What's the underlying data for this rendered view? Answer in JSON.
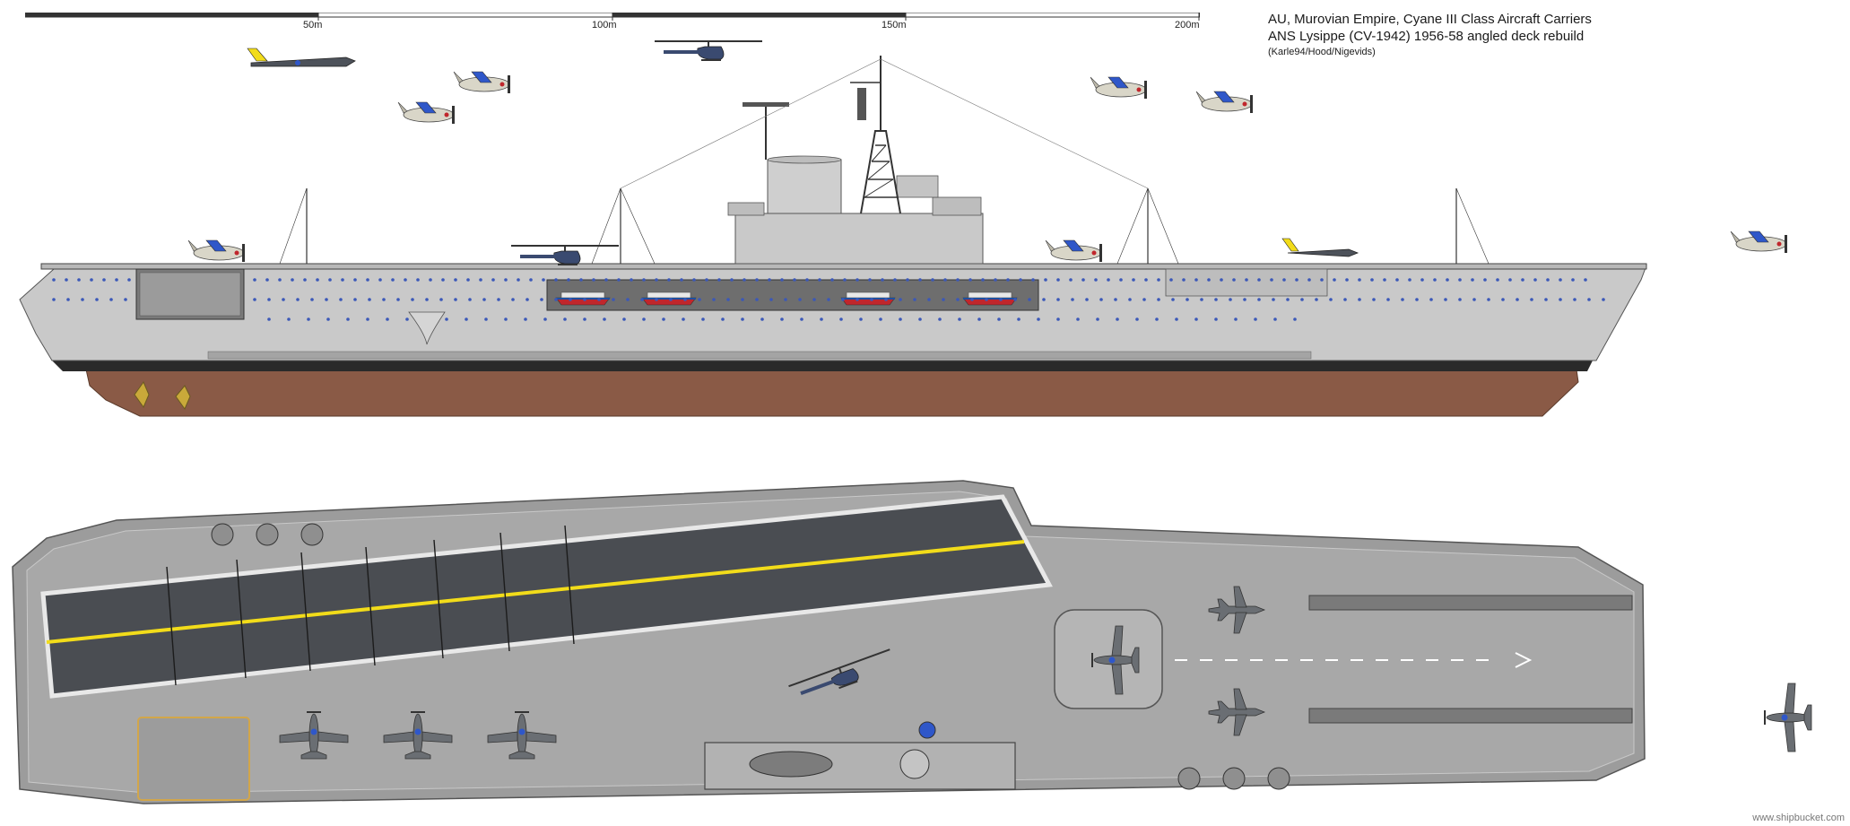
{
  "scale": {
    "labels": [
      "50m",
      "100m",
      "150m",
      "200m"
    ]
  },
  "title": {
    "line1": "AU, Murovian Empire, Cyane III Class Aircraft Carriers",
    "line2": "ANS Lysippe (CV-1942) 1956-58 angled deck  rebuild",
    "line3": "(Karle94/Hood/Nigevids)"
  },
  "watermark": "www.shipbucket.com",
  "colors": {
    "hull_grey": "#c9c9c9",
    "hull_dark": "#a4a4a4",
    "boot_topping": "#2a2a2a",
    "underwater": "#8a5a46",
    "deck": "#9c9c9c",
    "runway": "#4a4d52",
    "centerline": "#f2dc1a",
    "aircraft_grey": "#6a6e73",
    "aircraft_light": "#d9d6c8",
    "roundel_blue": "#2f57c9",
    "boat_red": "#c0262c"
  },
  "icons": [
    "jet-aircraft-icon",
    "propeller-aircraft-icon",
    "helicopter-icon"
  ]
}
